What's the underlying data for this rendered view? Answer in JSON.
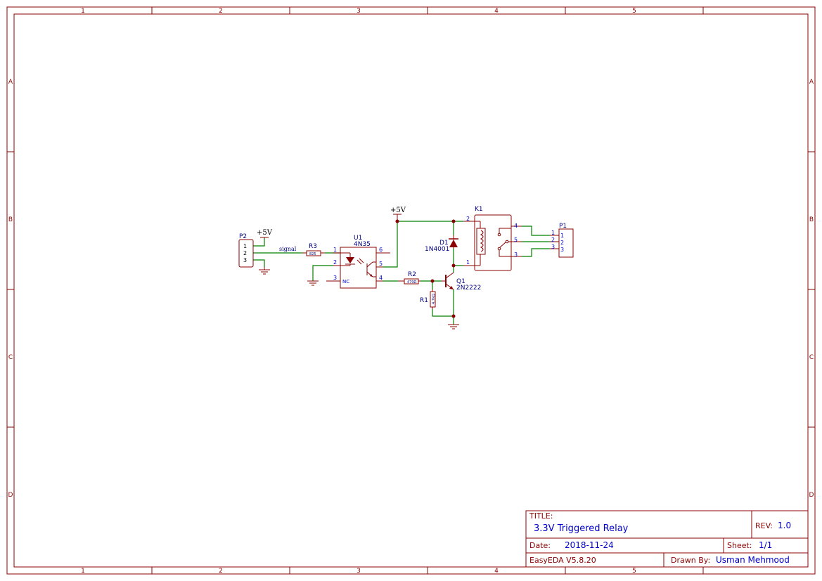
{
  "frame": {
    "columns": [
      "1",
      "2",
      "3",
      "4",
      "5"
    ],
    "rows": [
      "A",
      "B",
      "C",
      "D"
    ]
  },
  "power": {
    "p2_supply": "+5V",
    "u1_supply": "+5V"
  },
  "net_labels": {
    "signal": "signal"
  },
  "components": {
    "p2": {
      "ref": "P2",
      "pins": [
        "1",
        "2",
        "3"
      ]
    },
    "r3": {
      "ref": "R3",
      "value": "825"
    },
    "u1": {
      "ref": "U1",
      "value": "4N35",
      "pins": {
        "p1": "1",
        "p2": "2",
        "p3": "3",
        "p4": "4",
        "p5": "5",
        "p6": "6"
      },
      "nc": "NC"
    },
    "r2": {
      "ref": "R2",
      "value": "470Ω"
    },
    "r1": {
      "ref": "R1",
      "value": "4.7kΩ"
    },
    "q1": {
      "ref": "Q1",
      "value": "2N2222"
    },
    "d1": {
      "ref": "D1",
      "value": "1N4001"
    },
    "k1": {
      "ref": "K1",
      "pins": {
        "p1": "1",
        "p2": "2",
        "p3": "3",
        "p4": "4",
        "p5": "5"
      }
    },
    "p1": {
      "ref": "P1",
      "pins": [
        "1",
        "2",
        "3"
      ]
    }
  },
  "title_block": {
    "title_caption": "TITLE:",
    "title": "3.3V Triggered Relay",
    "rev_caption": "REV:",
    "rev": "1.0",
    "date_caption": "Date:",
    "date": "2018-11-24",
    "sheet_caption": "Sheet:",
    "sheet": "1/1",
    "software": "EasyEDA V5.8.20",
    "drawn_by_caption": "Drawn By:",
    "drawn_by": "Usman Mehmood"
  },
  "colors": {
    "frame": "#8b0000",
    "wire": "#008000",
    "text": "#000080",
    "value_text": "#0000cc"
  }
}
